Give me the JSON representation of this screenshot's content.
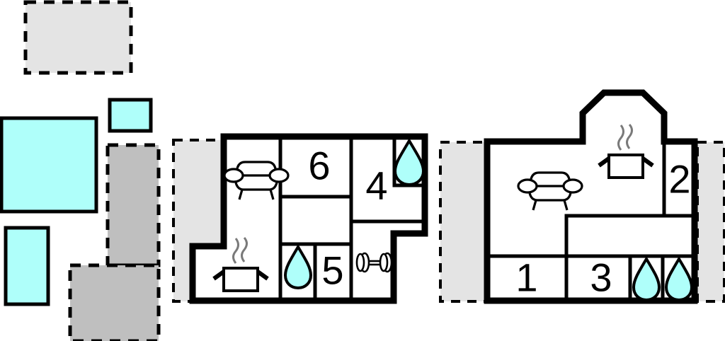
{
  "document": {
    "type": "floor-plan-diagram",
    "title": "Apartment floor plan layout",
    "background_color": "#ffffff"
  },
  "palette": {
    "wall_stroke": "#000000",
    "water_fill": "#AFFFFA",
    "terrace_fill": "#BFBFBF",
    "adjacent_unit_fill": "#E4E4E4",
    "room_fill": "#FFFFFF",
    "steam_stroke": "#7A7A7A"
  },
  "left_block": {
    "name": "outdoor-and-neighbour-shapes",
    "shapes": [
      {
        "id": "neighbour-unit-top",
        "label": "",
        "kind": "dashed-light-gray",
        "fill": "#E4E4E4"
      },
      {
        "id": "balcony-large",
        "label": "",
        "kind": "solid-cyan",
        "fill": "#AFFFFA"
      },
      {
        "id": "balcony-small-top",
        "label": "",
        "kind": "solid-cyan",
        "fill": "#AFFFFA"
      },
      {
        "id": "balcony-small-bottom",
        "label": "",
        "kind": "solid-cyan",
        "fill": "#AFFFFA"
      },
      {
        "id": "terrace-upper",
        "label": "",
        "kind": "dashed-gray",
        "fill": "#BFBFBF"
      },
      {
        "id": "terrace-lower",
        "label": "",
        "kind": "dashed-gray",
        "fill": "#BFBFBF"
      }
    ]
  },
  "middle_plan": {
    "name": "middle-floor-plan",
    "adjacent_unit_label": "",
    "rooms": [
      {
        "number": "6",
        "name": "room-6"
      },
      {
        "number": "4",
        "name": "room-4"
      },
      {
        "number": "5",
        "name": "room-5"
      }
    ],
    "icons": [
      {
        "name": "sofa-icon",
        "meaning": "living-room"
      },
      {
        "name": "cooking-pot-icon",
        "meaning": "kitchen"
      },
      {
        "name": "dumbbell-icon",
        "meaning": "fitness-room"
      },
      {
        "name": "water-drop-icon",
        "meaning": "bathroom"
      },
      {
        "name": "water-drop-icon",
        "meaning": "bathroom"
      }
    ]
  },
  "right_plan": {
    "name": "right-floor-plan",
    "adjacent_unit_label": "",
    "rooms": [
      {
        "number": "1",
        "name": "room-1"
      },
      {
        "number": "2",
        "name": "room-2"
      },
      {
        "number": "3",
        "name": "room-3"
      }
    ],
    "icons": [
      {
        "name": "sofa-icon",
        "meaning": "living-room"
      },
      {
        "name": "cooking-pot-icon",
        "meaning": "kitchen"
      },
      {
        "name": "water-drop-icon",
        "meaning": "bathroom"
      },
      {
        "name": "water-drop-icon",
        "meaning": "bathroom"
      }
    ]
  }
}
